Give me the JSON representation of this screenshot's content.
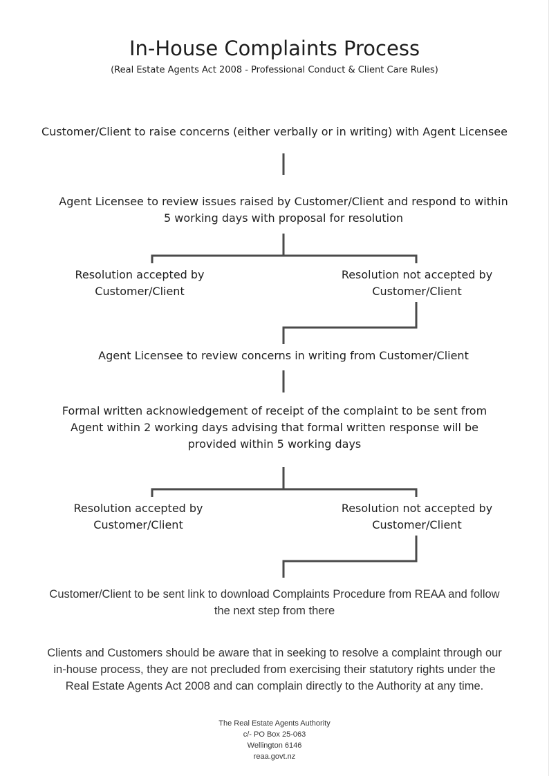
{
  "header": {
    "title": "In-House Complaints Process",
    "subtitle": "(Real Estate Agents Act 2008 - Professional Conduct & Client Care Rules)"
  },
  "steps": {
    "raise_concerns": "Customer/Client to raise concerns (either verbally or in writing) with Agent Licensee",
    "review_issues": "Agent Licensee to review issues raised by Customer/Client and respond to within 5 working days with proposal for resolution",
    "accepted_1": "Resolution accepted by Customer/Client",
    "not_accepted_1": "Resolution not accepted by Customer/Client",
    "review_in_writing": "Agent Licensee to review concerns in writing from Customer/Client",
    "acknowledgement": "Formal written acknowledgement of receipt of the complaint to be sent from Agent within 2 working days advising that formal written response will be provided within 5 working days",
    "accepted_2": "Resolution accepted by Customer/Client",
    "not_accepted_2": "Resolution not accepted by Customer/Client",
    "download_link": "Customer/Client to be sent link to download Complaints Procedure from REAA and follow the next step from there"
  },
  "notice": "Clients and Customers should be aware that in seeking to resolve a complaint through our in-house process, they are not precluded from exercising their statutory rights under the Real Estate Agents Act 2008 and can complain directly to the Authority at any time.",
  "footer": {
    "line1": "The Real Estate Agents Authority",
    "line2": "c/- PO Box 25-063",
    "line3": "Wellington 6146",
    "line4": "reaa.govt.nz"
  },
  "colors": {
    "connector": "#4a4a4a",
    "text": "#1e1e1e"
  }
}
